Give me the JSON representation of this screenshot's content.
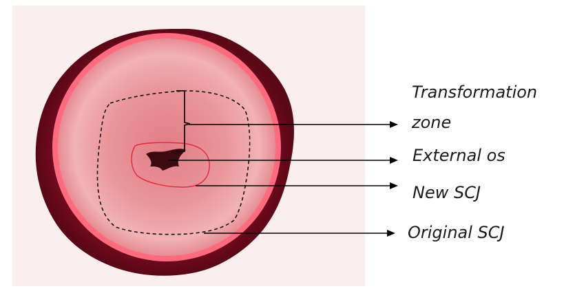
{
  "labels": {
    "transformation_zone_line1": "Transformation",
    "transformation_zone_line2": "zone",
    "external_os": "External os",
    "new_scj": "New SCJ",
    "original_scj": "Original SCJ"
  },
  "colors": {
    "background_panel": "#fbeeee",
    "outer_rim": "#6e0a1c",
    "pink_ring": "#ff6a7e",
    "cervix_surface": "#e7898f",
    "os_opening": "#3a0a10",
    "new_scj_line": "#e8243c",
    "arrow": "#000000"
  }
}
